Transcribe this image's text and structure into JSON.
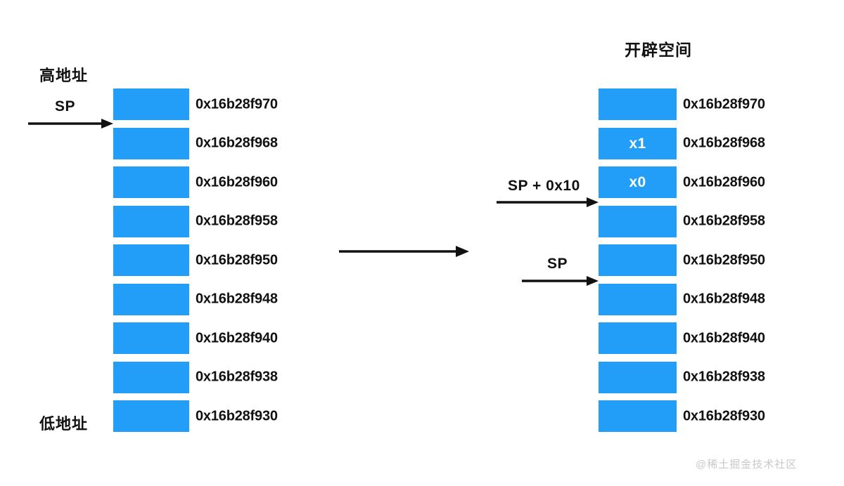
{
  "page": {
    "background": "#ffffff",
    "box_color": "#229df8",
    "text_color": "#111111",
    "watermark": "@稀土掘金技术社区"
  },
  "left_panel": {
    "high_address_label": "高地址",
    "low_address_label": "低地址",
    "pointer": {
      "label": "SP",
      "points_to_index": 1
    },
    "cells": [
      {
        "address": "0x16b28f970",
        "register": ""
      },
      {
        "address": "0x16b28f968",
        "register": ""
      },
      {
        "address": "0x16b28f960",
        "register": ""
      },
      {
        "address": "0x16b28f958",
        "register": ""
      },
      {
        "address": "0x16b28f950",
        "register": ""
      },
      {
        "address": "0x16b28f948",
        "register": ""
      },
      {
        "address": "0x16b28f940",
        "register": ""
      },
      {
        "address": "0x16b28f938",
        "register": ""
      },
      {
        "address": "0x16b28f930",
        "register": ""
      }
    ]
  },
  "transition": {
    "arrow": "right-arrow"
  },
  "right_panel": {
    "title": "开辟空间",
    "pointers": [
      {
        "label": "SP + 0x10",
        "points_to_index": 3
      },
      {
        "label": "SP",
        "points_to_index": 5
      }
    ],
    "cells": [
      {
        "address": "0x16b28f970",
        "register": ""
      },
      {
        "address": "0x16b28f968",
        "register": "x1"
      },
      {
        "address": "0x16b28f960",
        "register": "x0"
      },
      {
        "address": "0x16b28f958",
        "register": ""
      },
      {
        "address": "0x16b28f950",
        "register": ""
      },
      {
        "address": "0x16b28f948",
        "register": ""
      },
      {
        "address": "0x16b28f940",
        "register": ""
      },
      {
        "address": "0x16b28f938",
        "register": ""
      },
      {
        "address": "0x16b28f930",
        "register": ""
      }
    ]
  }
}
